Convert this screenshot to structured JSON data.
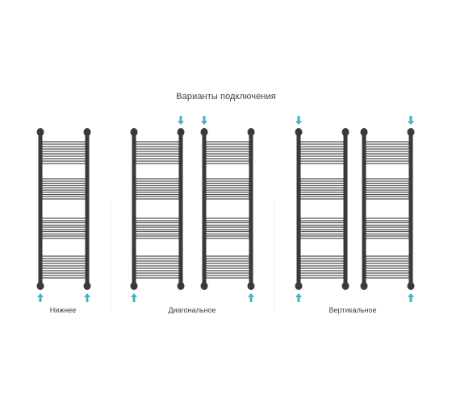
{
  "title": "Варианты подключения",
  "groups": [
    {
      "label": "Нижнее",
      "radiators": [
        {
          "inlets": [
            "bottom-left",
            "bottom-right"
          ]
        }
      ]
    },
    {
      "label": "Диагональное",
      "radiators": [
        {
          "inlets": [
            "top-right",
            "bottom-left"
          ]
        },
        {
          "inlets": [
            "top-left",
            "bottom-right"
          ]
        }
      ]
    },
    {
      "label": "Вертикальное",
      "radiators": [
        {
          "inlets": [
            "top-left",
            "bottom-left"
          ]
        },
        {
          "inlets": [
            "top-right",
            "bottom-right"
          ]
        }
      ]
    }
  ],
  "colors": {
    "rail": "#3a3a3a",
    "bar": "#4a4a4a",
    "arrow": "#3fb3c6",
    "text": "#3e3e3e",
    "divider": "#eeeeee"
  }
}
